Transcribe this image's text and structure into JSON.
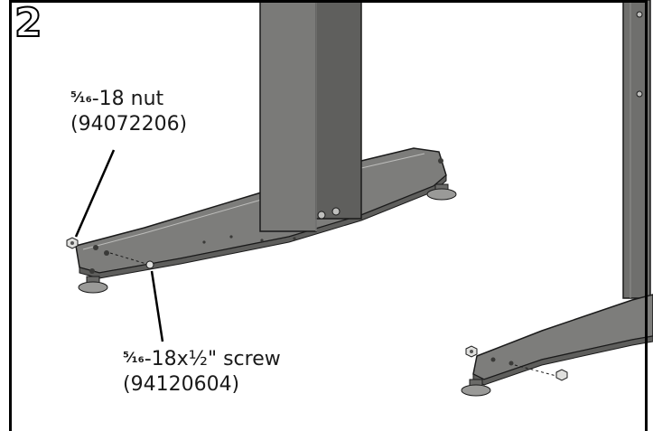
{
  "step_number": "2",
  "callouts": {
    "nut": {
      "fraction": "⁵⁄₁₆",
      "name": "-18 nut",
      "part_number": "(94072206)"
    },
    "screw": {
      "fraction": "⁵⁄₁₆",
      "name": "-18x½\" screw",
      "part_number": "(94120604)"
    }
  },
  "colors": {
    "steel_dark": "#6f6f6d",
    "steel_mid": "#8a8a88",
    "steel_light": "#a9a9a7",
    "outline": "#1a1a1a"
  }
}
